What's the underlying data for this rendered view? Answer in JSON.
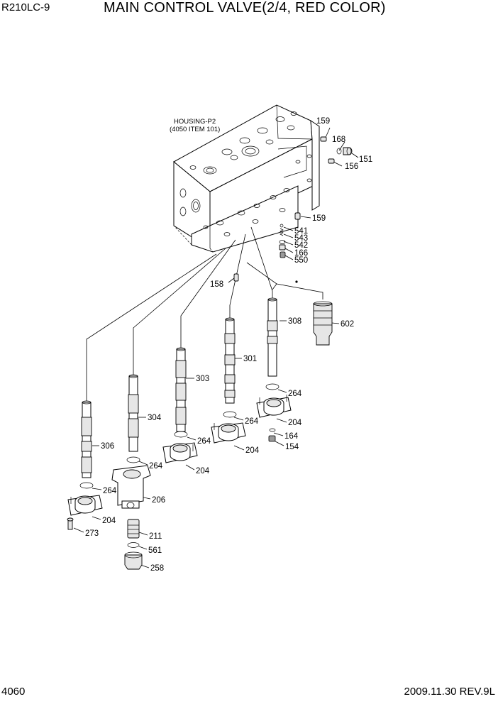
{
  "header": {
    "model": "R210LC-9",
    "title": "MAIN CONTROL VALVE(2/4, RED COLOR)"
  },
  "footer": {
    "page_number": "4060",
    "revision": "2009.11.30  REV.9L"
  },
  "diagram": {
    "housing_note_line1": "HOUSING-P2",
    "housing_note_line2": "(4050 ITEM 101)",
    "callouts": {
      "p159a": "159",
      "p168": "168",
      "p151": "151",
      "p156": "156",
      "p159b": "159",
      "p541": "541",
      "p543": "543",
      "p542": "542",
      "p166": "166",
      "p550": "550",
      "p158": "158",
      "p308": "308",
      "p602": "602",
      "p301": "301",
      "p303": "303",
      "p304": "304",
      "p306": "306",
      "p264a": "264",
      "p204a": "204",
      "p164": "164",
      "p154": "154",
      "p264b": "264",
      "p204b": "204",
      "p264c": "264",
      "p204c": "204",
      "p264d": "264",
      "p206": "206",
      "p264e": "264",
      "p204d": "204",
      "p273": "273",
      "p211": "211",
      "p561": "561",
      "p258": "258"
    }
  }
}
